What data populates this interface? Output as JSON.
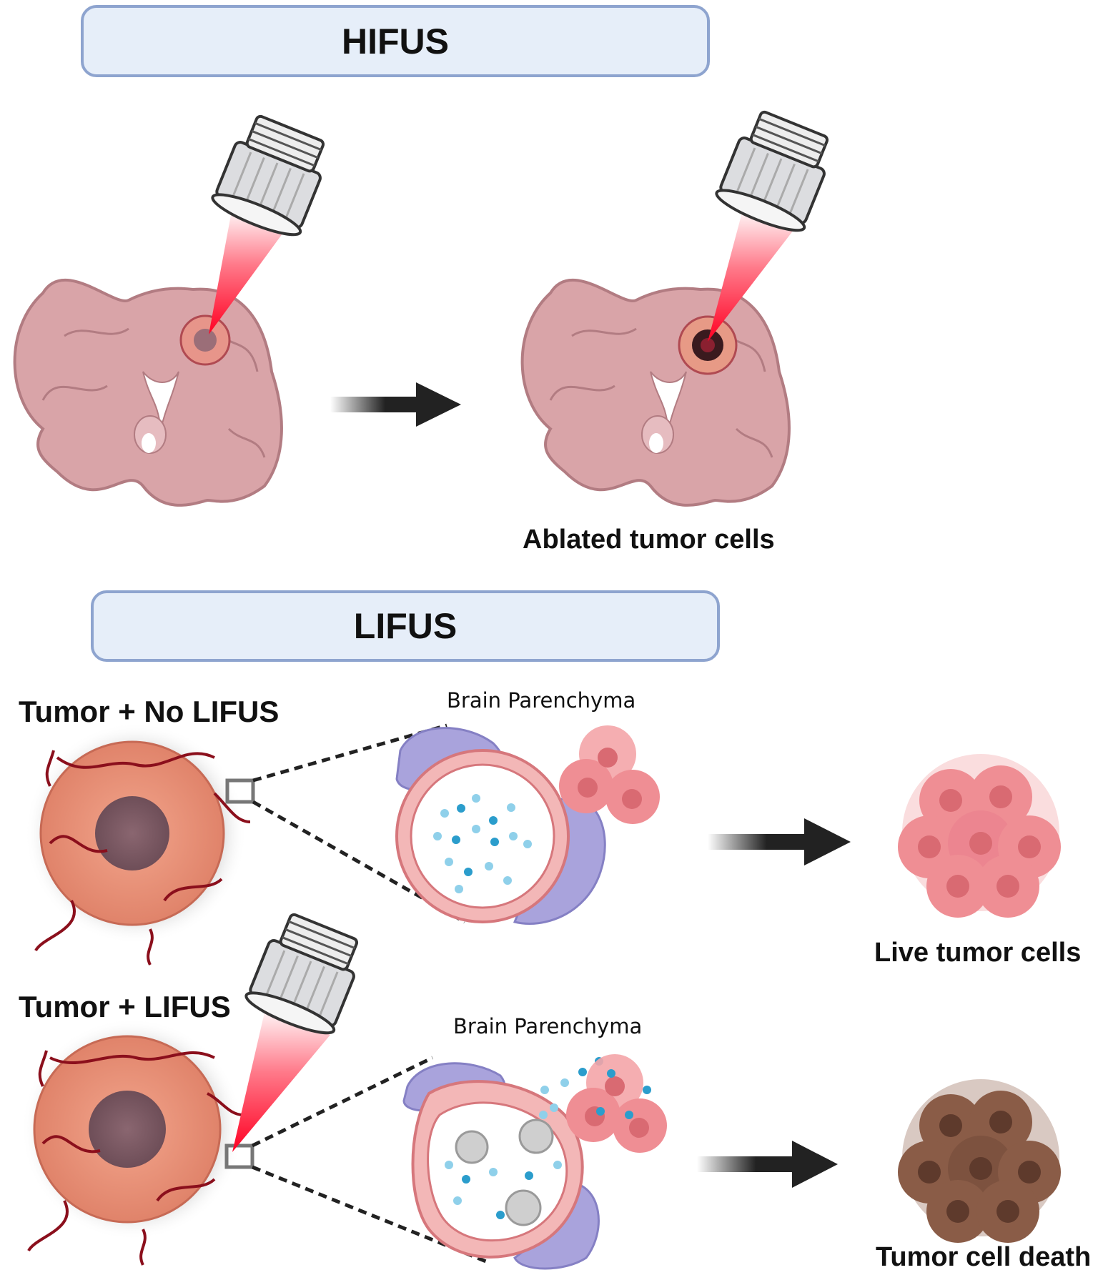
{
  "hifus": {
    "title": "HIFUS",
    "result_label": "Ablated tumor cells"
  },
  "lifus": {
    "title": "LIFUS",
    "no_lifus_label": "Tumor + No LIFUS",
    "with_lifus_label": "Tumor + LIFUS",
    "parenchyma_label_top": "Brain Parenchyma",
    "parenchyma_label_bottom": "Brain Parenchyma",
    "live_label": "Live tumor cells",
    "death_label": "Tumor cell death"
  },
  "colors": {
    "banner_fill": "#e6eef9",
    "banner_border": "#8ea4cf",
    "brain": "#d9a4a8",
    "beam": "#ff0033",
    "tumor": "#e9937a",
    "vessel": "#8b0f1c",
    "live_cells": "#ec8c92",
    "dead_cells": "#8a5c47",
    "drug": "#2b9dcc"
  }
}
